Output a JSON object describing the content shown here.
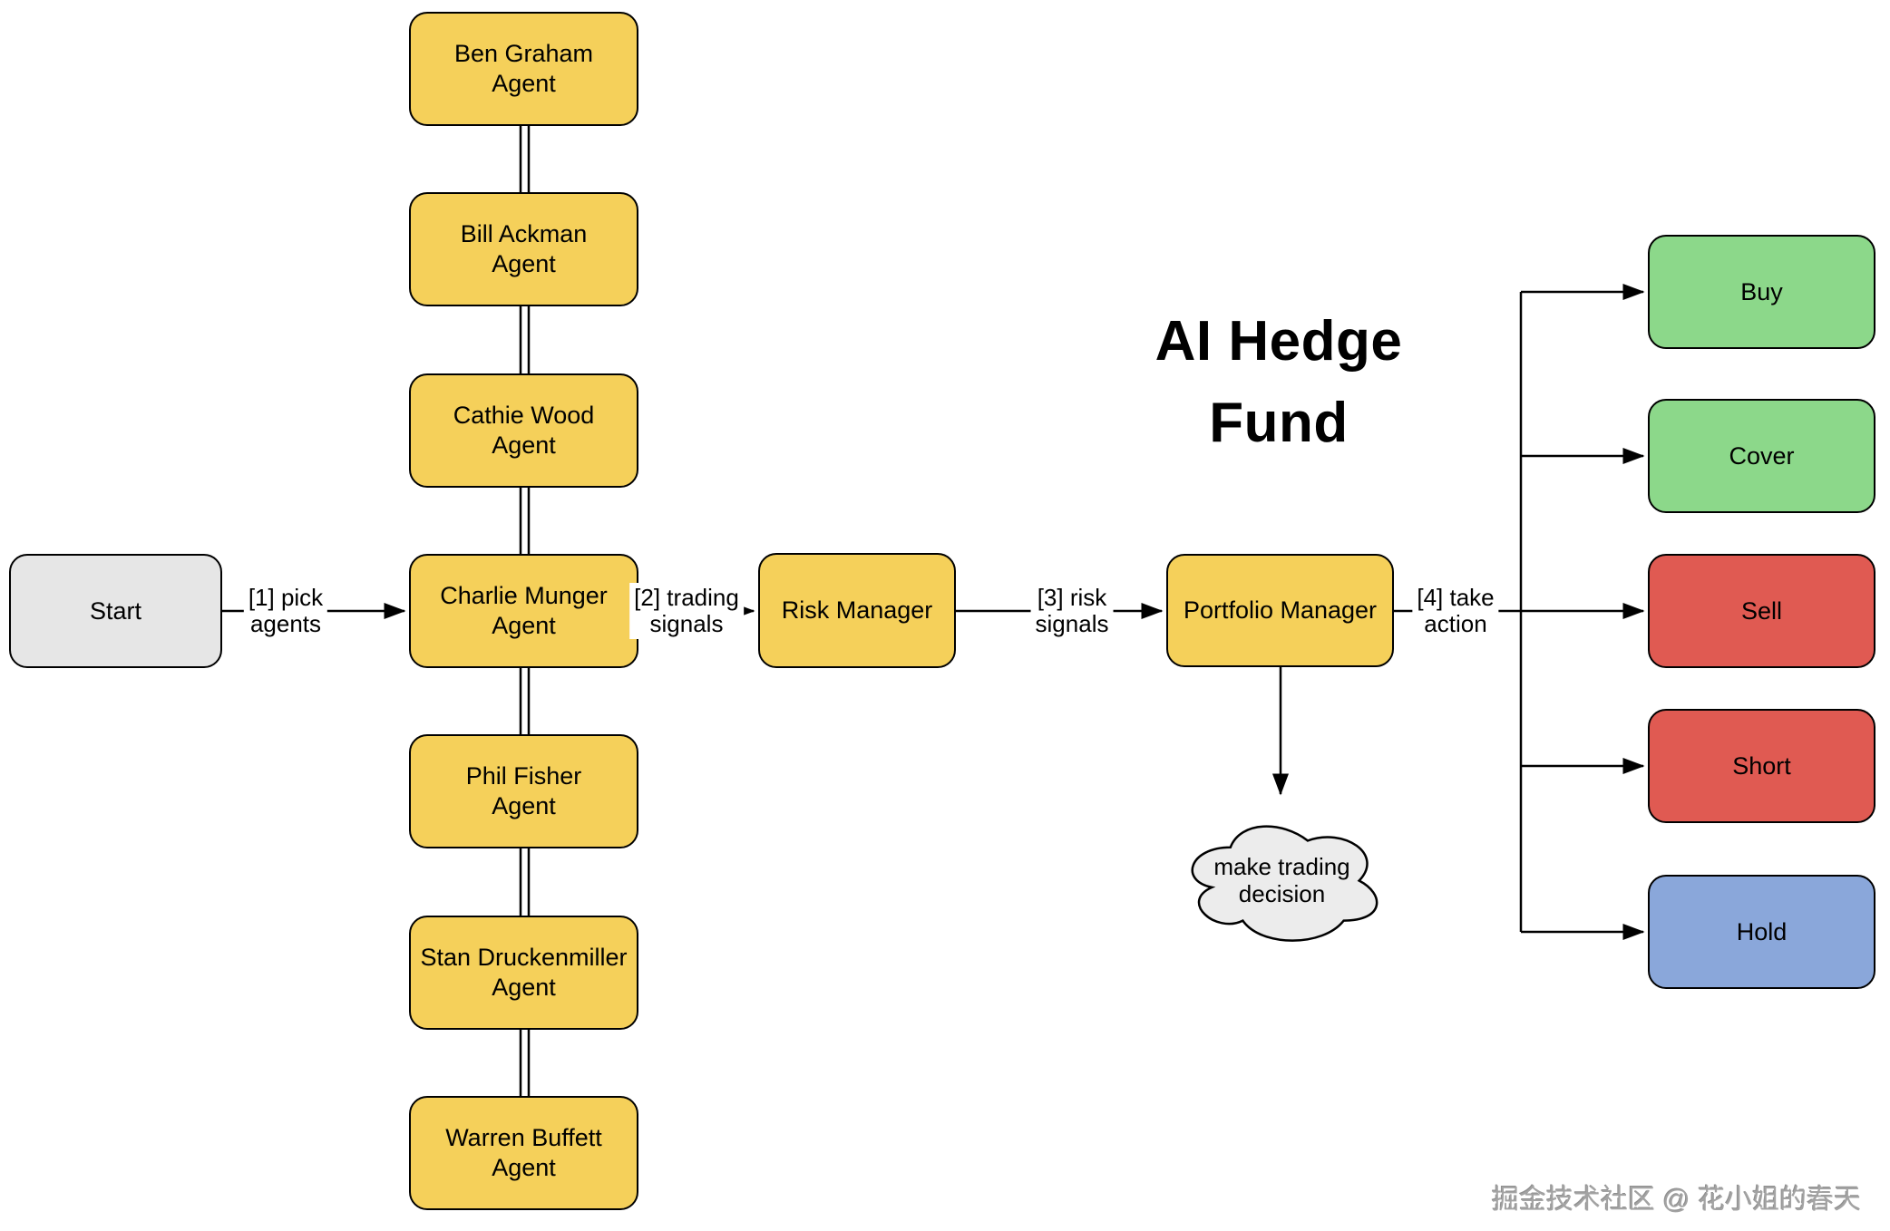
{
  "title": {
    "line1": "AI Hedge",
    "line2": "Fund"
  },
  "start": {
    "label": "Start"
  },
  "agents": [
    {
      "line1": "Ben Graham",
      "line2": "Agent"
    },
    {
      "line1": "Bill Ackman",
      "line2": "Agent"
    },
    {
      "line1": "Cathie Wood",
      "line2": "Agent"
    },
    {
      "line1": "Charlie Munger",
      "line2": "Agent"
    },
    {
      "line1": "Phil Fisher",
      "line2": "Agent"
    },
    {
      "line1": "Stan Druckenmiller",
      "line2": "Agent"
    },
    {
      "line1": "Warren Buffett",
      "line2": "Agent"
    }
  ],
  "managers": {
    "risk": "Risk Manager",
    "portfolio": "Portfolio Manager"
  },
  "edge_labels": [
    {
      "line1": "[1] pick",
      "line2": "agents"
    },
    {
      "line1": "[2] trading",
      "line2": "signals"
    },
    {
      "line1": "[3] risk",
      "line2": "signals"
    },
    {
      "line1": "[4] take",
      "line2": "action"
    }
  ],
  "actions": [
    {
      "label": "Buy",
      "type": "green"
    },
    {
      "label": "Cover",
      "type": "green"
    },
    {
      "label": "Sell",
      "type": "red"
    },
    {
      "label": "Short",
      "type": "red"
    },
    {
      "label": "Hold",
      "type": "blue"
    }
  ],
  "cloud": {
    "line1": "make trading",
    "line2": "decision"
  },
  "watermark": "掘金技术社区 @ 花小姐的春天",
  "colors": {
    "agent-fill": "#F5D05A",
    "start-fill": "#E6E6E6",
    "green-fill": "#8CD88A",
    "red-fill": "#E05A52",
    "blue-fill": "#8AA7DA",
    "cloud-fill": "#ECECEC",
    "stroke": "#000000"
  }
}
